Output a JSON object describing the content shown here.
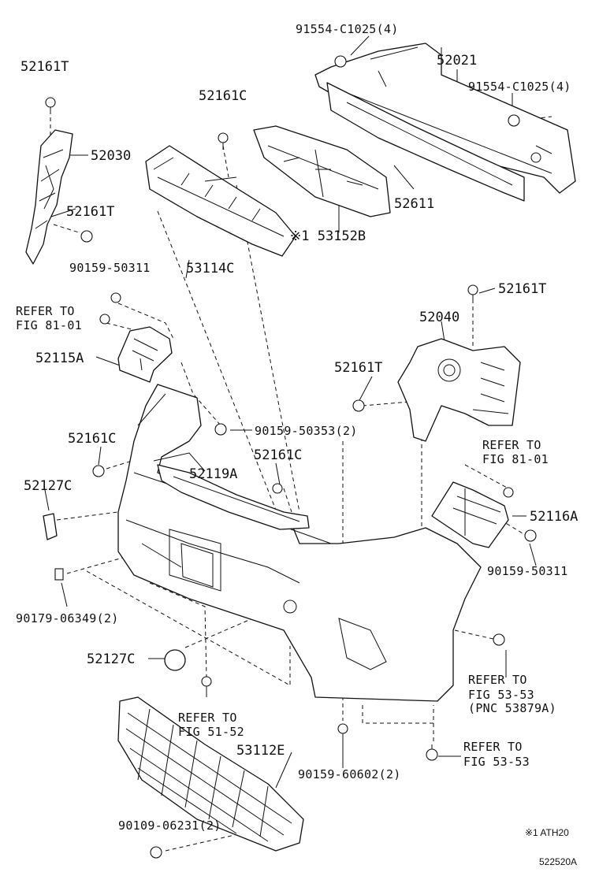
{
  "labels": {
    "p52161T_a": "52161T",
    "p52030": "52030",
    "p52161T_b": "52161T",
    "p90159_50311_a": "90159-50311",
    "refer81_a_1": "REFER TO",
    "refer81_a_2": "FIG 81-01",
    "p52115A": "52115A",
    "p52161C_a": "52161C",
    "p53114C": "53114C",
    "p91554_a": "91554-C1025(4)",
    "p52021": "52021",
    "p91554_b": "91554-C1025(4)",
    "p52611": "52611",
    "p53152B": "※1 53152B",
    "p52161T_c": "52161T",
    "p52040": "52040",
    "p52161T_d": "52161T",
    "p90159_50353": "90159-50353(2)",
    "p52161C_b": "52161C",
    "p52161C_c": "52161C",
    "p52119A": "52119A",
    "refer81_b_1": "REFER TO",
    "refer81_b_2": "FIG 81-01",
    "p52127C_a": "52127C",
    "p52116A": "52116A",
    "p90159_50311_b": "90159-50311",
    "p90179": "90179-06349(2)",
    "p52127C_b": "52127C",
    "refer5153_1": "REFER TO",
    "refer5153_2": "FIG 53-53",
    "refer5153_3": "(PNC 53879A)",
    "refer5152_1": "REFER TO",
    "refer5152_2": "FIG 51-52",
    "p53112E": "53112E",
    "p90159_60602": "90159-60602(2)",
    "refer5353b_1": "REFER TO",
    "refer5353b_2": "FIG 53-53",
    "p90109": "90109-06231(2)",
    "note_ath20": "※1 ATH20",
    "fig_code": "522520A"
  }
}
